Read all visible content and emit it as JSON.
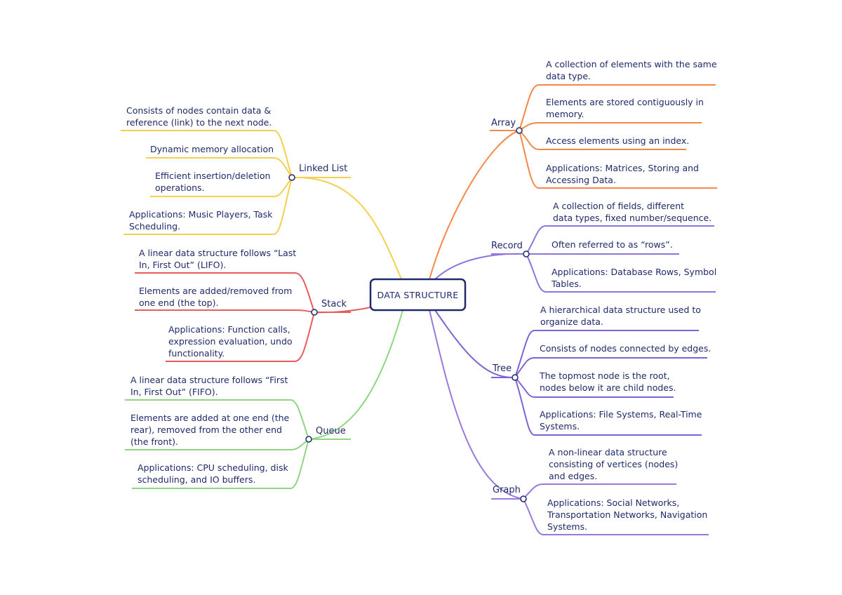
{
  "colors": {
    "text": "#1e2a6b",
    "center_border": "#1e2a6b",
    "array": "#f4894a",
    "record": "#8f74df",
    "tree": "#7d63d6",
    "graph": "#9a78dd",
    "linked_list": "#f5d04e",
    "stack": "#e95c5c",
    "queue": "#8fd683"
  },
  "center": {
    "label": "DATA STRUCTURE"
  },
  "branches": {
    "array": {
      "label": "Array",
      "leaves": [
        {
          "line1": "A collection of elements with the same",
          "line2": "data type."
        },
        {
          "line1": "Elements are stored contiguously in",
          "line2": "memory."
        },
        {
          "line1": "Access elements using an index.",
          "line2": ""
        },
        {
          "line1": "Applications: Matrices, Storing and",
          "line2": "Accessing Data."
        }
      ]
    },
    "record": {
      "label": "Record",
      "leaves": [
        {
          "line1": "A collection of fields, different",
          "line2": "data types, fixed number/sequence."
        },
        {
          "line1": "Often referred to as “rows”.",
          "line2": ""
        },
        {
          "line1": "Applications: Database Rows, Symbol",
          "line2": "Tables."
        }
      ]
    },
    "tree": {
      "label": "Tree",
      "leaves": [
        {
          "line1": "A hierarchical data structure used to",
          "line2": "organize data."
        },
        {
          "line1": "Consists of nodes connected by edges.",
          "line2": ""
        },
        {
          "line1": "The topmost node is the root,",
          "line2": "nodes below it are child nodes."
        },
        {
          "line1": "Applications: File Systems, Real-Time",
          "line2": "Systems."
        }
      ]
    },
    "graph": {
      "label": "Graph",
      "leaves": [
        {
          "line1": "A non-linear data structure",
          "line2": "consisting of vertices (nodes)",
          "line3": "and edges."
        },
        {
          "line1": "Applications: Social Networks,",
          "line2": "Transportation Networks, Navigation",
          "line3": "Systems."
        }
      ]
    },
    "linked_list": {
      "label": "Linked List",
      "leaves": [
        {
          "line1": "Consists of nodes contain data &",
          "line2": "reference (link) to the next node."
        },
        {
          "line1": "Dynamic memory allocation",
          "line2": ""
        },
        {
          "line1": "Efficient insertion/deletion",
          "line2": "operations."
        },
        {
          "line1": "Applications: Music Players, Task",
          "line2": "Scheduling."
        }
      ]
    },
    "stack": {
      "label": "Stack",
      "leaves": [
        {
          "line1": "A linear data structure follows “Last",
          "line2": "In, First Out” (LIFO)."
        },
        {
          "line1": "Elements are added/removed from",
          "line2": "one end (the top)."
        },
        {
          "line1": "Applications: Function calls,",
          "line2": "expression evaluation, undo",
          "line3": "functionality."
        }
      ]
    },
    "queue": {
      "label": "Queue",
      "leaves": [
        {
          "line1": "A linear data structure follows “First",
          "line2": "In, First Out” (FIFO)."
        },
        {
          "line1": "Elements are added at one end (the",
          "line2": "rear), removed from the other end",
          "line3": "(the front)."
        },
        {
          "line1": "Applications: CPU scheduling, disk",
          "line2": "scheduling, and IO buffers."
        }
      ]
    }
  }
}
